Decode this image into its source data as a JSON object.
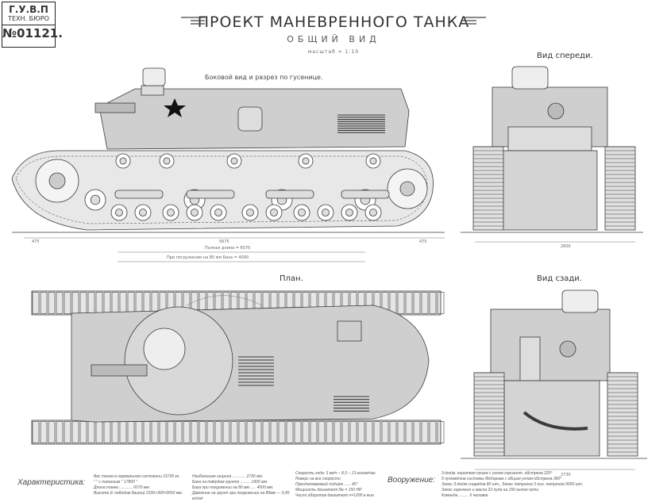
{
  "stamp": {
    "line1": "Г.У.В.П",
    "line2": "ТЕХН. БЮРО",
    "number": "№01121."
  },
  "header": {
    "title": "ПРОЕКТ МАНЕВРЕННОГО ТАНКА",
    "subtitle": "ОБЩИЙ ВИД",
    "scale": "масштаб = 1:10"
  },
  "views": {
    "side": "Боковой вид и разрез по гусенице.",
    "front": "Вид спереди.",
    "plan": "План.",
    "rear": "Вид сзади."
  },
  "dimensions": {
    "side_length": "5675",
    "full_length": "Полная длина = 6570",
    "base_sunk": "При погружении на 80 мм База = 4000",
    "overhang_left": "475",
    "overhang_right": "475",
    "front_width": "2600",
    "rear_width": "2730"
  },
  "specs": {
    "heading": "Характеристика:",
    "col1": [
      "Вес танка в нормальном состоянии 15700 кг.",
      "\"   \"   с полезным   \"   17800 \"",
      "Длина танка ............ 6570 мм.",
      "Высота (с пободом башни) 2100+300=2650 мм."
    ],
    "col2": [
      "Наибольшая ширина ............ 2730 мм.",
      "База на твёрдом грунте ......... 1900 мм.",
      "База при погружении на 80 мм ..... 4000 мм.",
      "Давление на грунт при погружении на 80мм — 0,45 кг/см²"
    ],
    "col3": [
      "Скорость хода: 3 км/ч – 8,5 – 13 килом/час.",
      "Реверс на все скорости",
      "Преодолеваемый подъём ...... 45°",
      "Мощность двигателя Ne = 150 НР.",
      "Число оборотов двигателя n=1200 в мин."
    ]
  },
  "armament": {
    "heading": "Вооружение:",
    "lines": [
      "3-дюйм. короткая пушка с углом горизонт. обстрела 220°",
      "5 пулемётов системы Фёдорова с общим углом обстрела 360°",
      "Запас 3-дюйм снарядов 80 шт., Запас патронов 3 лин. патронов 9000 шт.",
      "Запас горючего и масла 22 пуда на 150 килом пути.",
      "Команда ......... 6 человек."
    ]
  },
  "colors": {
    "ink": "#3a3a3a",
    "hull": "#cfcfcf",
    "paper": "#ffffff",
    "star": "#111111"
  }
}
